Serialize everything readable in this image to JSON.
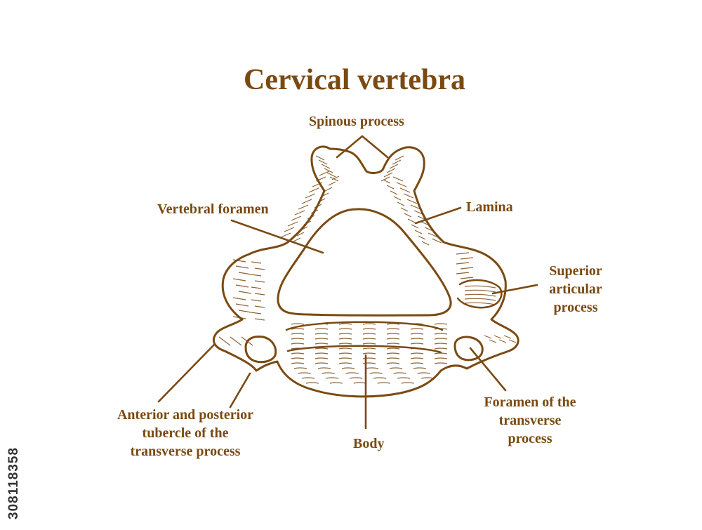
{
  "title": "Cervical vertebra",
  "colors": {
    "ink": "#7a4a12",
    "bone": "#ffffff",
    "text": "#7a4a12"
  },
  "labels": {
    "spinous_process": "Spinous process",
    "lamina": "Lamina",
    "vertebral_foramen": "Vertebral foramen",
    "superior_articular_process": [
      "Superior",
      "articular",
      "process"
    ],
    "anterior_posterior_tubercle": [
      "Anterior and posterior",
      "tubercle of the",
      "transverse process"
    ],
    "body": "Body",
    "foramen_transverse": [
      "Foramen of the",
      "transverse",
      "process"
    ]
  },
  "stock_id": "308118358"
}
